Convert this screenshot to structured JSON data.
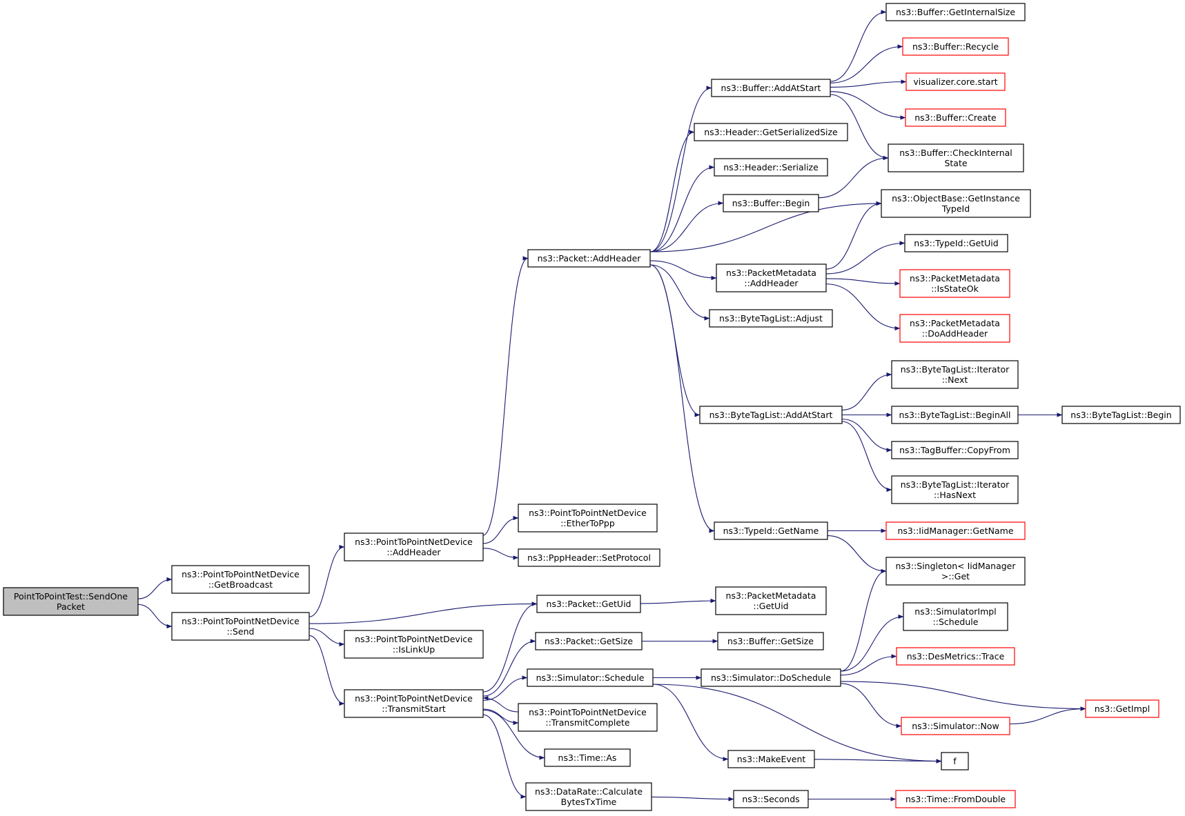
{
  "graph": {
    "colors": {
      "edge": "#191970",
      "node_border": "#000000",
      "missing_node_border": "#ff0000",
      "root_fill": "#bfbfbf"
    },
    "nodes": [
      {
        "id": "root",
        "lines": [
          "PointToPointTest::SendOne",
          "Packet"
        ],
        "root": true
      },
      {
        "id": "getbroadcast",
        "lines": [
          "ns3::PointToPointNetDevice",
          "::GetBroadcast"
        ]
      },
      {
        "id": "send",
        "lines": [
          "ns3::PointToPointNetDevice",
          "::Send"
        ]
      },
      {
        "id": "p2p_addheader",
        "lines": [
          "ns3::PointToPointNetDevice",
          "::AddHeader"
        ]
      },
      {
        "id": "islinkup",
        "lines": [
          "ns3::PointToPointNetDevice",
          "::IsLinkUp"
        ]
      },
      {
        "id": "transmitstart",
        "lines": [
          "ns3::PointToPointNetDevice",
          "::TransmitStart"
        ]
      },
      {
        "id": "ethertoppp",
        "lines": [
          "ns3::PointToPointNetDevice",
          "::EtherToPpp"
        ]
      },
      {
        "id": "setprotocol",
        "lines": [
          "ns3::PppHeader::SetProtocol"
        ]
      },
      {
        "id": "pkt_addheader",
        "lines": [
          "ns3::Packet::AddHeader"
        ]
      },
      {
        "id": "getuid",
        "lines": [
          "ns3::Packet::GetUid"
        ]
      },
      {
        "id": "getsize",
        "lines": [
          "ns3::Packet::GetSize"
        ]
      },
      {
        "id": "sim_schedule",
        "lines": [
          "ns3::Simulator::Schedule"
        ]
      },
      {
        "id": "transmitcomplete",
        "lines": [
          "ns3::PointToPointNetDevice",
          "::TransmitComplete"
        ]
      },
      {
        "id": "time_as",
        "lines": [
          "ns3::Time::As"
        ]
      },
      {
        "id": "calcbytes",
        "lines": [
          "ns3::DataRate::Calculate",
          "BytesTxTime"
        ]
      },
      {
        "id": "buf_addatstart",
        "lines": [
          "ns3::Buffer::AddAtStart"
        ]
      },
      {
        "id": "hdr_getsersize",
        "lines": [
          "ns3::Header::GetSerializedSize"
        ]
      },
      {
        "id": "hdr_serialize",
        "lines": [
          "ns3::Header::Serialize"
        ]
      },
      {
        "id": "buf_begin",
        "lines": [
          "ns3::Buffer::Begin"
        ]
      },
      {
        "id": "pm_addheader",
        "lines": [
          "ns3::PacketMetadata",
          "::AddHeader"
        ]
      },
      {
        "id": "btl_adjust",
        "lines": [
          "ns3::ByteTagList::Adjust"
        ]
      },
      {
        "id": "btl_addatstart",
        "lines": [
          "ns3::ByteTagList::AddAtStart"
        ]
      },
      {
        "id": "typeid_getname",
        "lines": [
          "ns3::TypeId::GetName"
        ]
      },
      {
        "id": "pm_getuid",
        "lines": [
          "ns3::PacketMetadata",
          "::GetUid"
        ]
      },
      {
        "id": "buf_getsize",
        "lines": [
          "ns3::Buffer::GetSize"
        ]
      },
      {
        "id": "sim_doschedule",
        "lines": [
          "ns3::Simulator::DoSchedule"
        ]
      },
      {
        "id": "makeevent",
        "lines": [
          "ns3::MakeEvent"
        ]
      },
      {
        "id": "seconds",
        "lines": [
          "ns3::Seconds"
        ]
      },
      {
        "id": "buf_getinternalsize",
        "lines": [
          "ns3::Buffer::GetInternalSize"
        ]
      },
      {
        "id": "buf_recycle",
        "lines": [
          "ns3::Buffer::Recycle"
        ],
        "missing": true
      },
      {
        "id": "vis_start",
        "lines": [
          "visualizer.core.start"
        ],
        "missing": true
      },
      {
        "id": "buf_create",
        "lines": [
          "ns3::Buffer::Create"
        ],
        "missing": true
      },
      {
        "id": "buf_checkinternal",
        "lines": [
          "ns3::Buffer::CheckInternal",
          "State"
        ]
      },
      {
        "id": "objbase_getinst",
        "lines": [
          "ns3::ObjectBase::GetInstance",
          "TypeId"
        ]
      },
      {
        "id": "typeid_getuid",
        "lines": [
          "ns3::TypeId::GetUid"
        ]
      },
      {
        "id": "pm_isstateok",
        "lines": [
          "ns3::PacketMetadata",
          "::IsStateOk"
        ],
        "missing": true
      },
      {
        "id": "pm_doaddheader",
        "lines": [
          "ns3::PacketMetadata",
          "::DoAddHeader"
        ],
        "missing": true
      },
      {
        "id": "btl_it_next",
        "lines": [
          "ns3::ByteTagList::Iterator",
          "::Next"
        ]
      },
      {
        "id": "btl_beginall",
        "lines": [
          "ns3::ByteTagList::BeginAll"
        ]
      },
      {
        "id": "tagbuf_copyfrom",
        "lines": [
          "ns3::TagBuffer::CopyFrom"
        ]
      },
      {
        "id": "btl_it_hasnext",
        "lines": [
          "ns3::ByteTagList::Iterator",
          "::HasNext"
        ]
      },
      {
        "id": "iid_getname",
        "lines": [
          "ns3::IidManager::GetName"
        ],
        "missing": true
      },
      {
        "id": "singleton_get",
        "lines": [
          "ns3::Singleton< IidManager",
          ">::Get"
        ]
      },
      {
        "id": "simimpl_schedule",
        "lines": [
          "ns3::SimulatorImpl",
          "::Schedule"
        ]
      },
      {
        "id": "desmetrics_trace",
        "lines": [
          "ns3::DesMetrics::Trace"
        ],
        "missing": true
      },
      {
        "id": "sim_now",
        "lines": [
          "ns3::Simulator::Now"
        ],
        "missing": true
      },
      {
        "id": "getimpl",
        "lines": [
          "ns3::GetImpl"
        ],
        "missing": true
      },
      {
        "id": "f",
        "lines": [
          "f"
        ]
      },
      {
        "id": "time_fromdouble",
        "lines": [
          "ns3::Time::FromDouble"
        ],
        "missing": true
      },
      {
        "id": "btl_begin",
        "lines": [
          "ns3::ByteTagList::Begin"
        ]
      }
    ],
    "edges": [
      [
        "root",
        "getbroadcast"
      ],
      [
        "root",
        "send"
      ],
      [
        "send",
        "p2p_addheader"
      ],
      [
        "send",
        "getuid"
      ],
      [
        "send",
        "islinkup"
      ],
      [
        "send",
        "transmitstart"
      ],
      [
        "p2p_addheader",
        "ethertoppp"
      ],
      [
        "p2p_addheader",
        "setprotocol"
      ],
      [
        "p2p_addheader",
        "pkt_addheader"
      ],
      [
        "transmitstart",
        "getuid"
      ],
      [
        "transmitstart",
        "getsize"
      ],
      [
        "transmitstart",
        "sim_schedule"
      ],
      [
        "transmitstart",
        "transmitcomplete"
      ],
      [
        "transmitcomplete",
        "transmitstart"
      ],
      [
        "transmitstart",
        "time_as"
      ],
      [
        "transmitstart",
        "calcbytes"
      ],
      [
        "pkt_addheader",
        "buf_addatstart"
      ],
      [
        "pkt_addheader",
        "hdr_getsersize"
      ],
      [
        "pkt_addheader",
        "hdr_serialize"
      ],
      [
        "pkt_addheader",
        "buf_begin"
      ],
      [
        "pkt_addheader",
        "objbase_getinst"
      ],
      [
        "pkt_addheader",
        "pm_addheader"
      ],
      [
        "pkt_addheader",
        "btl_adjust"
      ],
      [
        "pkt_addheader",
        "btl_addatstart"
      ],
      [
        "pkt_addheader",
        "typeid_getname"
      ],
      [
        "buf_addatstart",
        "buf_getinternalsize"
      ],
      [
        "buf_addatstart",
        "buf_recycle"
      ],
      [
        "buf_addatstart",
        "vis_start"
      ],
      [
        "buf_addatstart",
        "buf_create"
      ],
      [
        "buf_addatstart",
        "buf_checkinternal"
      ],
      [
        "buf_begin",
        "buf_checkinternal"
      ],
      [
        "pm_addheader",
        "objbase_getinst"
      ],
      [
        "pm_addheader",
        "typeid_getuid"
      ],
      [
        "pm_addheader",
        "pm_isstateok"
      ],
      [
        "pm_addheader",
        "pm_doaddheader"
      ],
      [
        "btl_addatstart",
        "btl_it_next"
      ],
      [
        "btl_addatstart",
        "btl_beginall"
      ],
      [
        "btl_addatstart",
        "tagbuf_copyfrom"
      ],
      [
        "btl_addatstart",
        "btl_it_hasnext"
      ],
      [
        "btl_beginall",
        "btl_begin"
      ],
      [
        "typeid_getname",
        "iid_getname"
      ],
      [
        "typeid_getname",
        "singleton_get"
      ],
      [
        "getuid",
        "pm_getuid"
      ],
      [
        "getsize",
        "buf_getsize"
      ],
      [
        "sim_schedule",
        "sim_doschedule"
      ],
      [
        "sim_schedule",
        "makeevent"
      ],
      [
        "sim_schedule",
        "f"
      ],
      [
        "sim_doschedule",
        "singleton_get"
      ],
      [
        "sim_doschedule",
        "simimpl_schedule"
      ],
      [
        "sim_doschedule",
        "desmetrics_trace"
      ],
      [
        "sim_doschedule",
        "getimpl"
      ],
      [
        "sim_doschedule",
        "sim_now"
      ],
      [
        "sim_now",
        "getimpl"
      ],
      [
        "makeevent",
        "f"
      ],
      [
        "calcbytes",
        "seconds"
      ],
      [
        "seconds",
        "time_fromdouble"
      ]
    ]
  }
}
